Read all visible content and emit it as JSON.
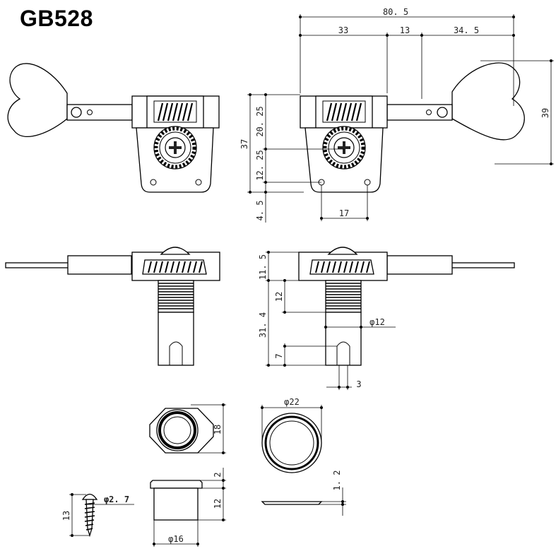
{
  "title": "GB528",
  "dims": {
    "overall_width": "80. 5",
    "seg_a": "33",
    "seg_b": "13",
    "seg_c": "34. 5",
    "height_total": "37",
    "h_upper": "20. 25",
    "h_mid": "12. 25",
    "h_lower": "4. 5",
    "screw_spacing": "17",
    "key_height": "39",
    "top_to_bush": "11. 5",
    "thread_len": "12",
    "shaft_len": "31. 4",
    "shaft_dia": "φ12",
    "slot_depth": "7",
    "slot_width": "3",
    "bush_hex": "18",
    "washer_dia": "φ22",
    "bush_flange": "2",
    "bush_len": "12",
    "bush_dia": "φ16",
    "washer_thk": "1. 2",
    "screw_dia": "φ2. 7",
    "screw_len": "13"
  }
}
